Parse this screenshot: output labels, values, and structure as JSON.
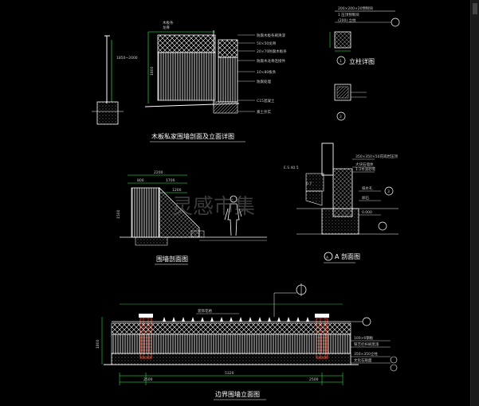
{
  "titles": {
    "fence_section": "木板私家围墙剖面及立面详图",
    "post_detail": "立柱详图",
    "slope_section": "围墙剖面图",
    "section_a": "A 剖面图",
    "boundary_elevation": "边界围墙立面图"
  },
  "watermark": "灵感市集",
  "labels": {
    "decor_panel": "装饰花格",
    "circle_marker_a": "A",
    "circle_marker_1": "1",
    "circle_marker_2": "2",
    "circle_marker_3": "3"
  },
  "dimensions": {
    "slope_top": "2200",
    "slope_mid_left": "800",
    "slope_mid_right": "1700",
    "slope_inner": "1200",
    "elev_total": "5320",
    "elev_left": "2500",
    "elev_right": "2500",
    "post_height": "1850~2000"
  },
  "colors": {
    "background": "#000000",
    "lines": "#ffffff",
    "accent_red": "#ff3b3b",
    "accent_green": "#39ff5a",
    "accent_yellow": "#ffe14a",
    "hatch_brick": "#ff4a2a"
  }
}
